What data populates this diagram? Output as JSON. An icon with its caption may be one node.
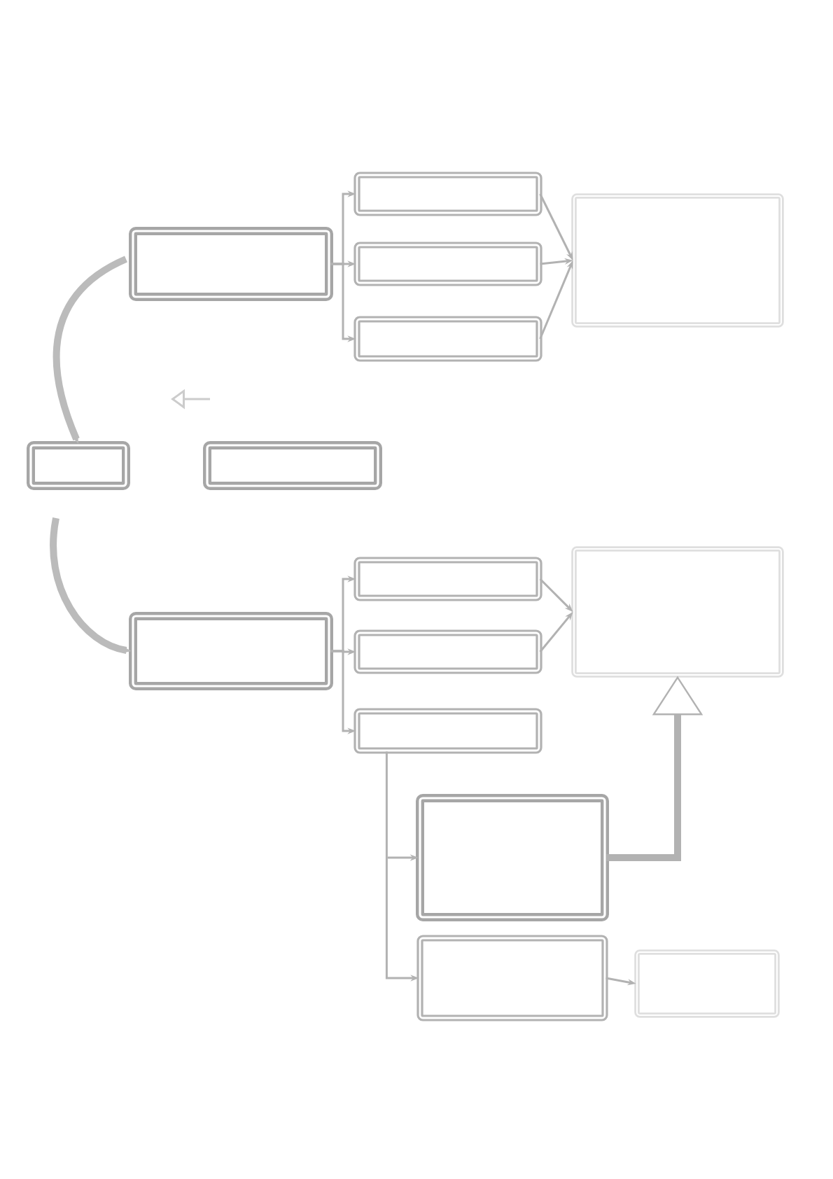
{
  "diagram": {
    "nodes": [
      {
        "text": [],
        "shape": "box"
      },
      {
        "text": [],
        "shape": "box"
      },
      {
        "text": [],
        "shape": "box"
      },
      {
        "text": [],
        "shape": "box"
      },
      {
        "text": [],
        "shape": "box"
      },
      {
        "text": [],
        "shape": "box"
      },
      {
        "text": [],
        "shape": "box"
      },
      {
        "text": [],
        "shape": "box"
      },
      {
        "text": [],
        "shape": "box"
      },
      {
        "text": [],
        "shape": "box"
      },
      {
        "text": [],
        "shape": "box"
      },
      {
        "text": [],
        "shape": "box"
      },
      {
        "text": [],
        "shape": "box"
      },
      {
        "text": [],
        "shape": "box"
      },
      {
        "text": [],
        "shape": "box"
      }
    ],
    "edges": [
      {
        "from": 0,
        "to": 1,
        "arrow": "to"
      },
      {
        "from": 0,
        "to": 2,
        "arrow": "to"
      },
      {
        "from": 0,
        "to": 3,
        "arrow": "to"
      },
      {
        "from": 1,
        "to": 4,
        "arrow": "to"
      },
      {
        "from": 2,
        "to": 4,
        "arrow": "to"
      },
      {
        "from": 3,
        "to": 4,
        "arrow": "to"
      },
      {
        "from": 0,
        "to": 5,
        "arrow": "to",
        "style": "thick",
        "color": "#bbbbbb"
      },
      {
        "from": 5,
        "to": 7,
        "arrow": "to",
        "style": "thick",
        "color": "#bbbbbb"
      },
      {
        "from": 7,
        "to": 8,
        "arrow": "to"
      },
      {
        "from": 7,
        "to": 9,
        "arrow": "to"
      },
      {
        "from": 7,
        "to": 10,
        "arrow": "to"
      },
      {
        "from": 8,
        "to": 11,
        "arrow": "to"
      },
      {
        "from": 9,
        "to": 11,
        "arrow": "to"
      },
      {
        "from": 10,
        "to": 12,
        "arrow": "to"
      },
      {
        "from": 10,
        "to": 13,
        "arrow": "to"
      },
      {
        "from": 12,
        "to": 11,
        "arrow": "to",
        "style": "thick"
      },
      {
        "from": 13,
        "to": 14,
        "arrow": "to"
      }
    ]
  }
}
